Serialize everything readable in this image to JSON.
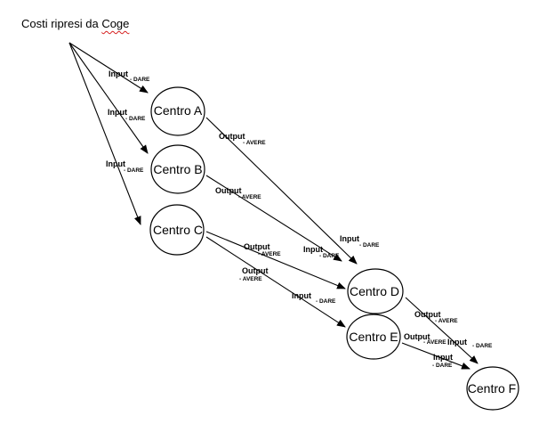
{
  "source_label": [
    "Costi ripresi da ",
    "Coge"
  ],
  "centers": {
    "a": "Centro A",
    "b": "Centro B",
    "c": "Centro C",
    "d": "Centro D",
    "e": "Centro E",
    "f": "Centro F"
  },
  "edge_labels": {
    "input": "Input",
    "output": "Output",
    "dare": "- DARE",
    "avere": "- AVERE"
  }
}
